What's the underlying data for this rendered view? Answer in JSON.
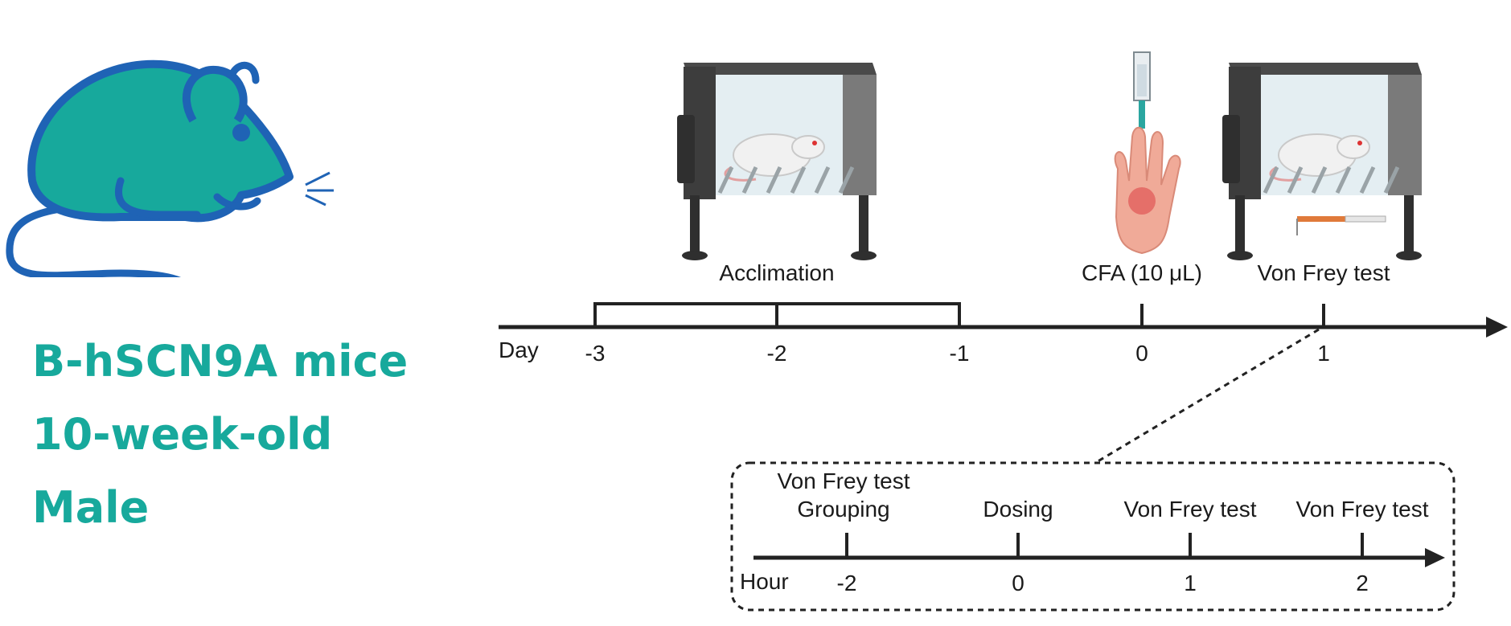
{
  "subject": {
    "strain": "B-hSCN9A mice",
    "age": "10-week-old",
    "sex": "Male",
    "colors": {
      "body": "#17a99c",
      "outline": "#1f63b5"
    }
  },
  "main_timeline": {
    "unit_label": "Day",
    "ticks": [
      "-3",
      "-2",
      "-1",
      "0",
      "1"
    ],
    "events": {
      "acclimation": "Acclimation",
      "injection": "CFA (10 μL)",
      "test": "Von Frey test"
    }
  },
  "detail_timeline": {
    "unit_label": "Hour",
    "ticks": [
      "-2",
      "0",
      "1",
      "2"
    ],
    "events": {
      "first_line1": "Von Frey test",
      "first_line2": "Grouping",
      "second": "Dosing",
      "third": "Von Frey test",
      "fourth": "Von Frey test"
    }
  },
  "icons": {
    "mouse": "mouse-icon",
    "chamber": "testing-chamber-icon",
    "paw_injection": "paw-injection-icon",
    "filament": "von-frey-filament-icon"
  }
}
